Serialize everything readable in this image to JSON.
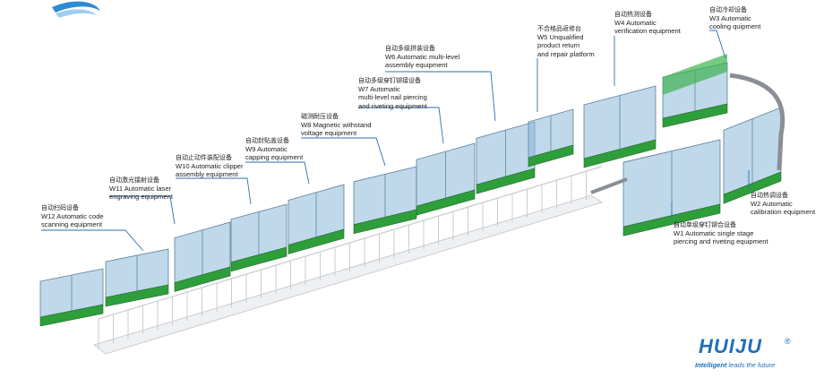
{
  "labels": [
    {
      "id": "w12",
      "cn": "自动扫码设备",
      "en": [
        "W12 Automatic code",
        "scanning equipment"
      ]
    },
    {
      "id": "w11",
      "cn": "自动激光镭射设备",
      "en": [
        "W11 Automatic laser",
        "engraving equipment"
      ]
    },
    {
      "id": "w10",
      "cn": "自动止动件装配设备",
      "en": [
        "W10 Automatic clipper",
        "assembly equipment"
      ]
    },
    {
      "id": "w9",
      "cn": "自动封贴盖设备",
      "en": [
        "W9 Automatic",
        "capping equipment"
      ]
    },
    {
      "id": "w8",
      "cn": "磁测耐压设备",
      "en": [
        "W8 Magnetic withstand",
        "voltage equipment"
      ]
    },
    {
      "id": "w7",
      "cn": "自动多级穿钉铆接设备",
      "en": [
        "W7 Automatic",
        "multi-level nail piercing",
        "and riveting equipment"
      ]
    },
    {
      "id": "w6",
      "cn": "自动多级拼装设备",
      "en": [
        "W6 Automatic multi-level",
        "assembly equipment"
      ]
    },
    {
      "id": "w5",
      "cn": "不合格品返修台",
      "en": [
        "W5 Unqualified",
        "product return",
        "and repair platform"
      ]
    },
    {
      "id": "w4",
      "cn": "自动热测设备",
      "en": [
        "W4 Automatic",
        "verification equipment"
      ]
    },
    {
      "id": "w3",
      "cn": "自动冷却设备",
      "en": [
        "W3 Automatic",
        "cooling quipment"
      ]
    },
    {
      "id": "w2",
      "cn": "自动热调设备",
      "en": [
        "W2 Automatic",
        "calibration equipment"
      ]
    },
    {
      "id": "w1",
      "cn": "自动单级穿钉铆合设备",
      "en": [
        "W1 Automatic single stage",
        "piercing and riveting equipment"
      ]
    }
  ],
  "logo": {
    "brand": "HUIJU",
    "registered": "®",
    "slogan_bold": "Intelligent",
    "slogan_rest": " leads the future",
    "color": "#1f6fb8"
  },
  "colors": {
    "cabinet": "#8ab8d8",
    "base": "#2e9e3a",
    "frame": "#c9ccd0",
    "leader": "#2a6fb5"
  }
}
